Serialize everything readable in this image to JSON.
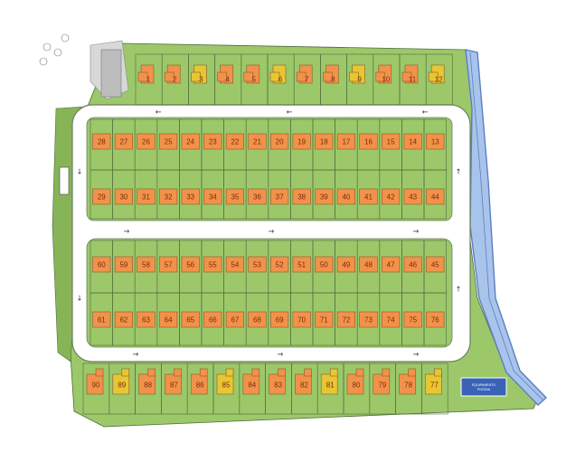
{
  "plan": {
    "pool_label_line1": "EQUIPAMENTO",
    "pool_label_line2": "PISCINA",
    "colors": {
      "background": "#ffffff",
      "grass": "#9cc86a",
      "grass_dark": "#88b458",
      "road": "#ffffff",
      "road_edge": "#6f7f62",
      "lot_line": "#4f6a3a",
      "house_orange": "#f2924a",
      "house_yellow": "#e8c632",
      "house_outline": "#8c5a2a",
      "water": "#5b7ec4",
      "water_light": "#a9c4ea",
      "pool": "#3a63b8",
      "paving": "#d8d8d8"
    },
    "road_arrows": "→ ← ↑ ↓",
    "lots": {
      "top_row": [
        {
          "label": "1",
          "color": "orange"
        },
        {
          "label": "2",
          "color": "orange"
        },
        {
          "label": "3",
          "color": "yellow"
        },
        {
          "label": "4",
          "color": "orange"
        },
        {
          "label": "5",
          "color": "orange"
        },
        {
          "label": "6",
          "color": "yellow"
        },
        {
          "label": "7",
          "color": "orange"
        },
        {
          "label": "8",
          "color": "orange"
        },
        {
          "label": "9",
          "color": "yellow"
        },
        {
          "label": "10",
          "color": "orange"
        },
        {
          "label": "11",
          "color": "orange"
        },
        {
          "label": "12",
          "color": "yellow"
        }
      ],
      "block_a_north": [
        "28",
        "27",
        "26",
        "25",
        "24",
        "23",
        "22",
        "21",
        "20",
        "19",
        "18",
        "17",
        "16",
        "15",
        "14",
        "13"
      ],
      "block_a_south": [
        "29",
        "30",
        "31",
        "32",
        "33",
        "34",
        "35",
        "36",
        "37",
        "38",
        "39",
        "40",
        "41",
        "42",
        "43",
        "44"
      ],
      "block_b_north": [
        "60",
        "59",
        "58",
        "57",
        "56",
        "55",
        "54",
        "53",
        "52",
        "51",
        "50",
        "49",
        "48",
        "47",
        "46",
        "45"
      ],
      "block_b_south": [
        "61",
        "62",
        "63",
        "64",
        "65",
        "66",
        "67",
        "68",
        "69",
        "70",
        "71",
        "72",
        "73",
        "74",
        "75",
        "76"
      ],
      "bottom_row": [
        {
          "label": "90",
          "color": "orange"
        },
        {
          "label": "89",
          "color": "yellow"
        },
        {
          "label": "88",
          "color": "orange"
        },
        {
          "label": "87",
          "color": "orange"
        },
        {
          "label": "86",
          "color": "orange"
        },
        {
          "label": "85",
          "color": "yellow"
        },
        {
          "label": "84",
          "color": "orange"
        },
        {
          "label": "83",
          "color": "orange"
        },
        {
          "label": "82",
          "color": "orange"
        },
        {
          "label": "81",
          "color": "yellow"
        },
        {
          "label": "80",
          "color": "orange"
        },
        {
          "label": "79",
          "color": "orange"
        },
        {
          "label": "78",
          "color": "orange"
        },
        {
          "label": "77",
          "color": "yellow"
        }
      ]
    }
  }
}
